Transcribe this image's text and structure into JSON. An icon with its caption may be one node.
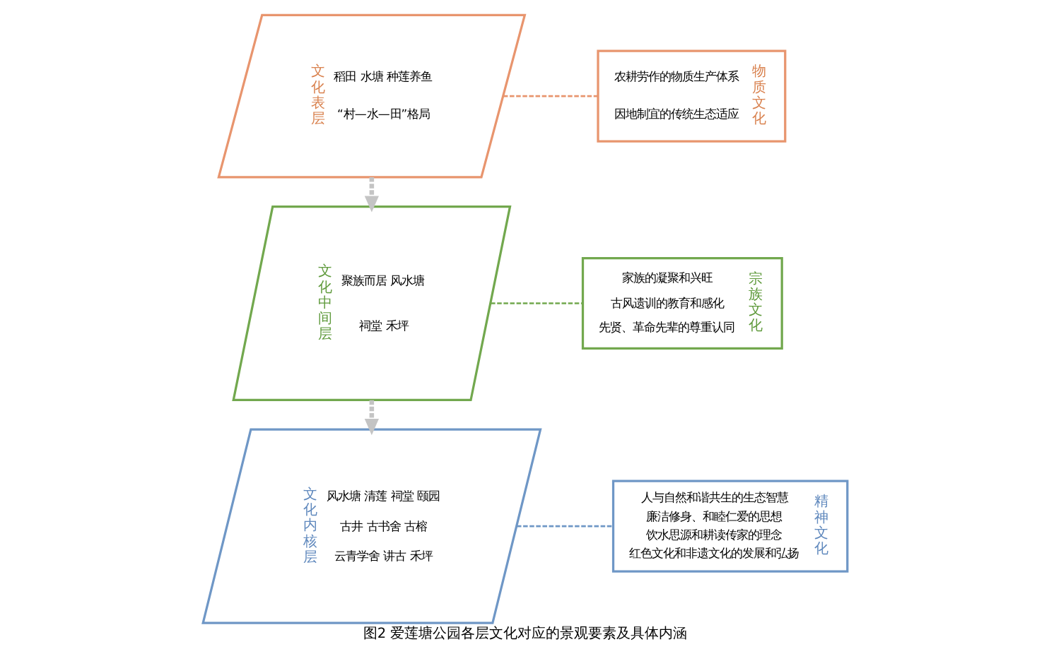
{
  "diagram": {
    "caption": "图2 爱莲塘公园各层文化对应的景观要素及具体内涵",
    "nodes": [
      {
        "text": [
          "文化表层",
          "稻田 水塘 种莲养鱼",
          "“村—水—田”格局"
        ]
      },
      {
        "text": [
          "农耕劳作的物质生产体系",
          "因地制宜的传统生态适应",
          "物质文化"
        ]
      },
      {
        "text": [
          "文化中间层",
          "聚族而居 风水塘",
          "祠堂 禾坪"
        ]
      },
      {
        "text": [
          "家族的凝聚和兴旺",
          "古风遗训的教育和感化",
          "先贤、革命先辈的尊重认同",
          "宗族文化"
        ]
      },
      {
        "text": [
          "文化内核层",
          "风水塘 清莲 祠堂 颐园",
          "古井 古书舍 古榕",
          "云青学舍 讲古 禾坪"
        ]
      },
      {
        "text": [
          "人与自然和谐共生的生态智慧",
          "廉洁修身、和睦仁爱的思想",
          "饮水思源和耕读传家的理念",
          "红色文化和非遗文化的发展和弘扬",
          "精神文化"
        ]
      }
    ],
    "edges": [
      {
        "from": 0,
        "to": 1,
        "arrow": "none",
        "style": "dashed",
        "color": "#e8956e"
      },
      {
        "from": 0,
        "to": 2,
        "arrow": "to",
        "style": "dashed",
        "color": "#c4c4c4"
      },
      {
        "from": 2,
        "to": 3,
        "arrow": "none",
        "style": "dashed",
        "color": "#72a84e"
      },
      {
        "from": 2,
        "to": 4,
        "arrow": "to",
        "style": "dashed",
        "color": "#c4c4c4"
      },
      {
        "from": 4,
        "to": 5,
        "arrow": "none",
        "style": "dashed",
        "color": "#6f97c6"
      }
    ]
  }
}
